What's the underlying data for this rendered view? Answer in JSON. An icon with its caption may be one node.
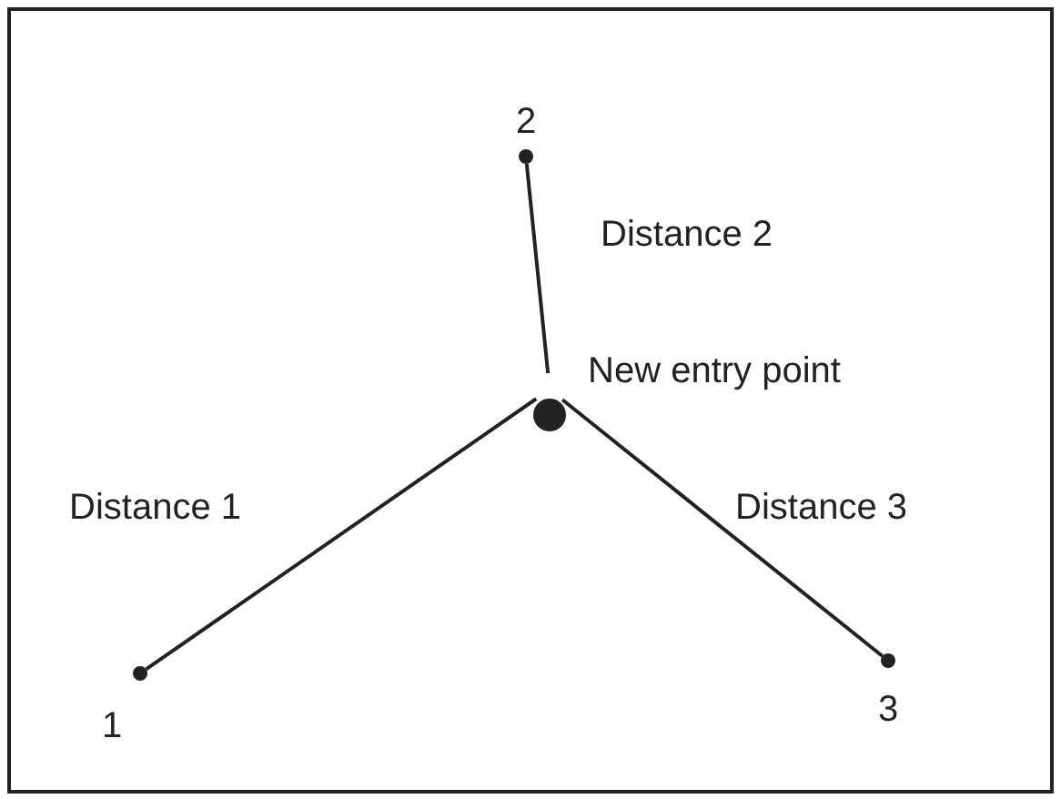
{
  "diagram": {
    "nodes": [
      {
        "text": [
          "2"
        ]
      },
      {
        "text": [
          "New entry point"
        ]
      },
      {
        "text": [
          "1"
        ]
      },
      {
        "text": [
          "3"
        ]
      }
    ],
    "edges": [
      {
        "from": 1,
        "to": 0,
        "arrow": "none",
        "label": "Distance 2"
      },
      {
        "from": 1,
        "to": 2,
        "arrow": "none",
        "label": "Distance 1"
      },
      {
        "from": 1,
        "to": 3,
        "arrow": "none",
        "label": "Distance 3"
      }
    ]
  }
}
